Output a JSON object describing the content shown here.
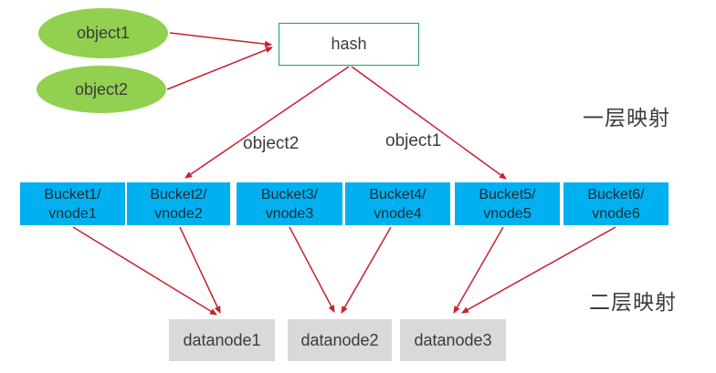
{
  "diagram": {
    "objects": [
      {
        "label": "object1"
      },
      {
        "label": "object2"
      }
    ],
    "hash_box": {
      "label": "hash"
    },
    "hash_edges": [
      {
        "label": "object2",
        "from": "hash",
        "to": "Bucket2/vnode2"
      },
      {
        "label": "object1",
        "from": "hash",
        "to": "Bucket5/vnode5"
      }
    ],
    "buckets": [
      {
        "label": "Bucket1/\nvnode1"
      },
      {
        "label": "Bucket2/\nvnode2"
      },
      {
        "label": "Bucket3/\nvnode3"
      },
      {
        "label": "Bucket4/\nvnode4"
      },
      {
        "label": "Bucket5/\nvnode5"
      },
      {
        "label": "Bucket6/\nvnode6"
      }
    ],
    "datanodes": [
      {
        "label": "datanode1"
      },
      {
        "label": "datanode2"
      },
      {
        "label": "datanode3"
      }
    ],
    "bucket_to_datanode": [
      {
        "from": "Bucket1/vnode1",
        "to": "datanode1"
      },
      {
        "from": "Bucket2/vnode2",
        "to": "datanode1"
      },
      {
        "from": "Bucket3/vnode3",
        "to": "datanode2"
      },
      {
        "from": "Bucket4/vnode4",
        "to": "datanode2"
      },
      {
        "from": "Bucket5/vnode5",
        "to": "datanode3"
      },
      {
        "from": "Bucket6/vnode6",
        "to": "datanode3"
      }
    ],
    "annotations": {
      "layer1": "一层映射",
      "layer2": "二层映射"
    },
    "colors": {
      "object_fill": "#92d050",
      "bucket_fill": "#00b0f0",
      "datanode_fill": "#d9d9d9",
      "hash_border": "#18a05f",
      "arrow": "#c9202e",
      "text": "#3b3b3b"
    }
  }
}
